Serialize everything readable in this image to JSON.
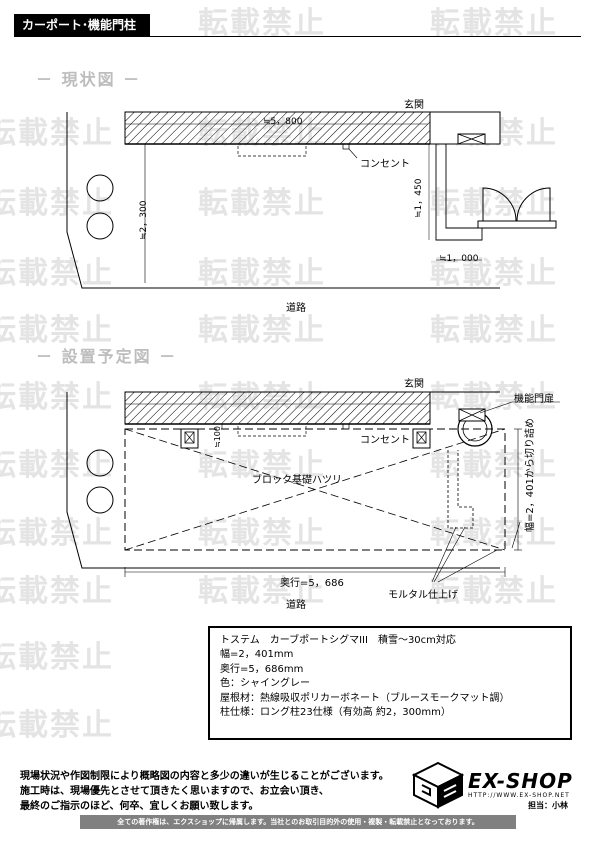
{
  "header": {
    "title": "カーポート･機能門柱"
  },
  "watermark": {
    "text": "転載禁止"
  },
  "current": {
    "title": "－ 現状図 －",
    "entrance": "玄関",
    "width_dim": "≒5，800",
    "depth_dim": "≒2，300",
    "outlet": "コンセント",
    "height_dim": "≒1，450",
    "gate_dim": "≒1，000",
    "road": "道路"
  },
  "plan": {
    "title": "－ 設置予定図 －",
    "entrance": "玄関",
    "gate_label": "機能門扉",
    "offset_dim": "≒100",
    "outlet": "コンセント",
    "block_label": "ブロック基礎ハツリ",
    "width_note": "幅=2，401から切り詰め",
    "depth_dim": "奥行=5，686",
    "mortar_label": "モルタル仕上げ",
    "road": "道路"
  },
  "spec": {
    "product": "トステム　カーブポートシグマIII　積雪～30cm対応",
    "width": "幅=2，401mm",
    "depth": "奥行=5，686mm",
    "color": "色：シャイングレー",
    "roof": "屋根材：熱線吸収ポリカーボネート（ブルースモークマット調）",
    "pillar": "柱仕様：ロング柱23仕様（有効高 約2，300mm）"
  },
  "note": {
    "line1": "現場状況や作図制限により概略図の内容と多少の違いが生じることがございます。",
    "line2": "施工時は、現場優先とさせて頂きたく思いますので、お立会い頂き、",
    "line3": "最終のご指示のほど、何卒、宜しくお願い致します。"
  },
  "brand": {
    "name": "EX-SHOP",
    "url": "HTTP://WWW.EX-SHOP.NET",
    "staff": "担当：小林"
  },
  "footer": {
    "text": "全ての著作権は、エクスショップに帰属します。当社とのお取引目的外の使用・複製・転載禁止となっております。"
  }
}
